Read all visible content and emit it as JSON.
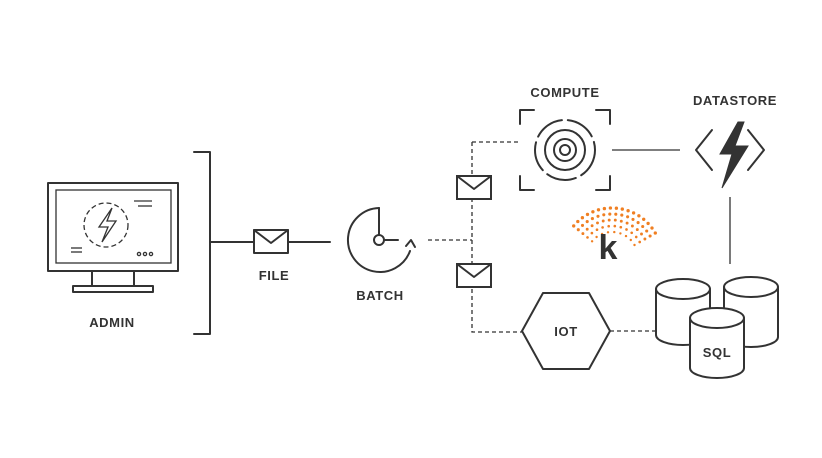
{
  "nodes": {
    "admin": "ADMIN",
    "file": "FILE",
    "batch": "BATCH",
    "compute": "COMPUTE",
    "datastore": "DATASTORE",
    "iot": "IOT",
    "sql": "SQL"
  },
  "logo_letter": "k",
  "colors": {
    "line": "#333333",
    "logo": "#f07f22"
  }
}
